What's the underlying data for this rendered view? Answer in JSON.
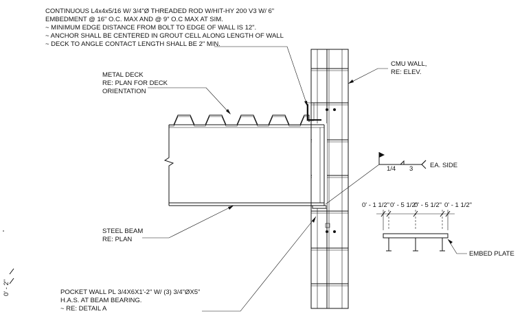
{
  "notes": {
    "lines": [
      "CONTINUOUS L4x4x5/16 W/ 3/4\"Ø THREADED ROD W/HIT-HY 200 V3 W/ 6\"",
      "EMBEDMENT @ 16\" O.C. MAX AND @ 9\" O.C MAX AT SIM.",
      "~ MINIMUM EDGE DISTANCE FROM BOLT TO EDGE OF WALL IS 12\".",
      "~ ANCHOR SHALL BE CENTERED IN GROUT CELL ALONG LENGTH OF WALL",
      "~ DECK TO ANGLE CONTACT LENGTH SHALL BE 2\" MIN."
    ]
  },
  "labels": {
    "metal_deck": [
      "METAL DECK",
      "RE: PLAN FOR DECK",
      "ORIENTATION"
    ],
    "cmu_wall": [
      "CMU WALL,",
      "RE: ELEV."
    ],
    "steel_beam": [
      "STEEL BEAM",
      "RE: PLAN"
    ],
    "pocket_wall": [
      "POCKET WALL PL 3/4X6X1'-2\" W/ (3) 3/4\"ØX5\"",
      "H.A.S. AT BEAM BEARING.",
      "~ RE: DETAIL A"
    ],
    "embed_plate": "EMBED PLATE"
  },
  "weld": {
    "size": "1/4",
    "length": "3",
    "note": "EA. SIDE"
  },
  "dimensions": {
    "embed": [
      "0' - 1 1/2\"",
      "0' - 5 1/2\"",
      "0' - 5 1/2\"",
      "0' - 1 1/2\""
    ],
    "vertical": "0' - 2\""
  }
}
